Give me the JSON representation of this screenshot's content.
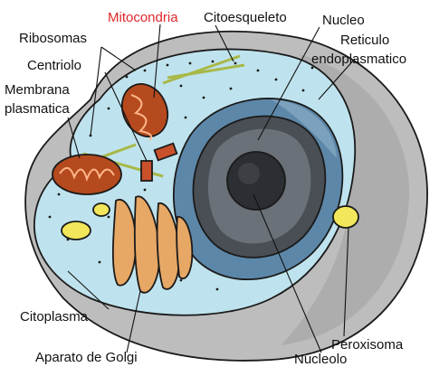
{
  "labels": {
    "mitocondria": "Mitocondria",
    "citoesqueleto": "Citoesqueleto",
    "nucleo": "Nucleo",
    "ribosomas": "Ribosomas",
    "reticulo_line1": "Reticulo",
    "reticulo_line2": "endoplasmatico",
    "centriolo": "Centriolo",
    "membrana_line1": "Membrana",
    "membrana_line2": "plasmatica",
    "citoplasma": "Citoplasma",
    "peroxisoma": "Peroxisoma",
    "aparato_golgi": "Aparato de Golgi",
    "nucleolo": "Nucleolo"
  },
  "colors": {
    "highlight_label": "#e0262a",
    "cytoplasm": "#bfe3ee",
    "outer_membrane": "#bdbdbd",
    "er": "#5d87a8",
    "nucleus": "#4a4f55",
    "nucleolus": "#2b2e32",
    "mitochondria": "#b54a1e",
    "golgi": "#e7a765",
    "peroxisome": "#f2e65a",
    "cytoskeleton": "#a8b848"
  }
}
